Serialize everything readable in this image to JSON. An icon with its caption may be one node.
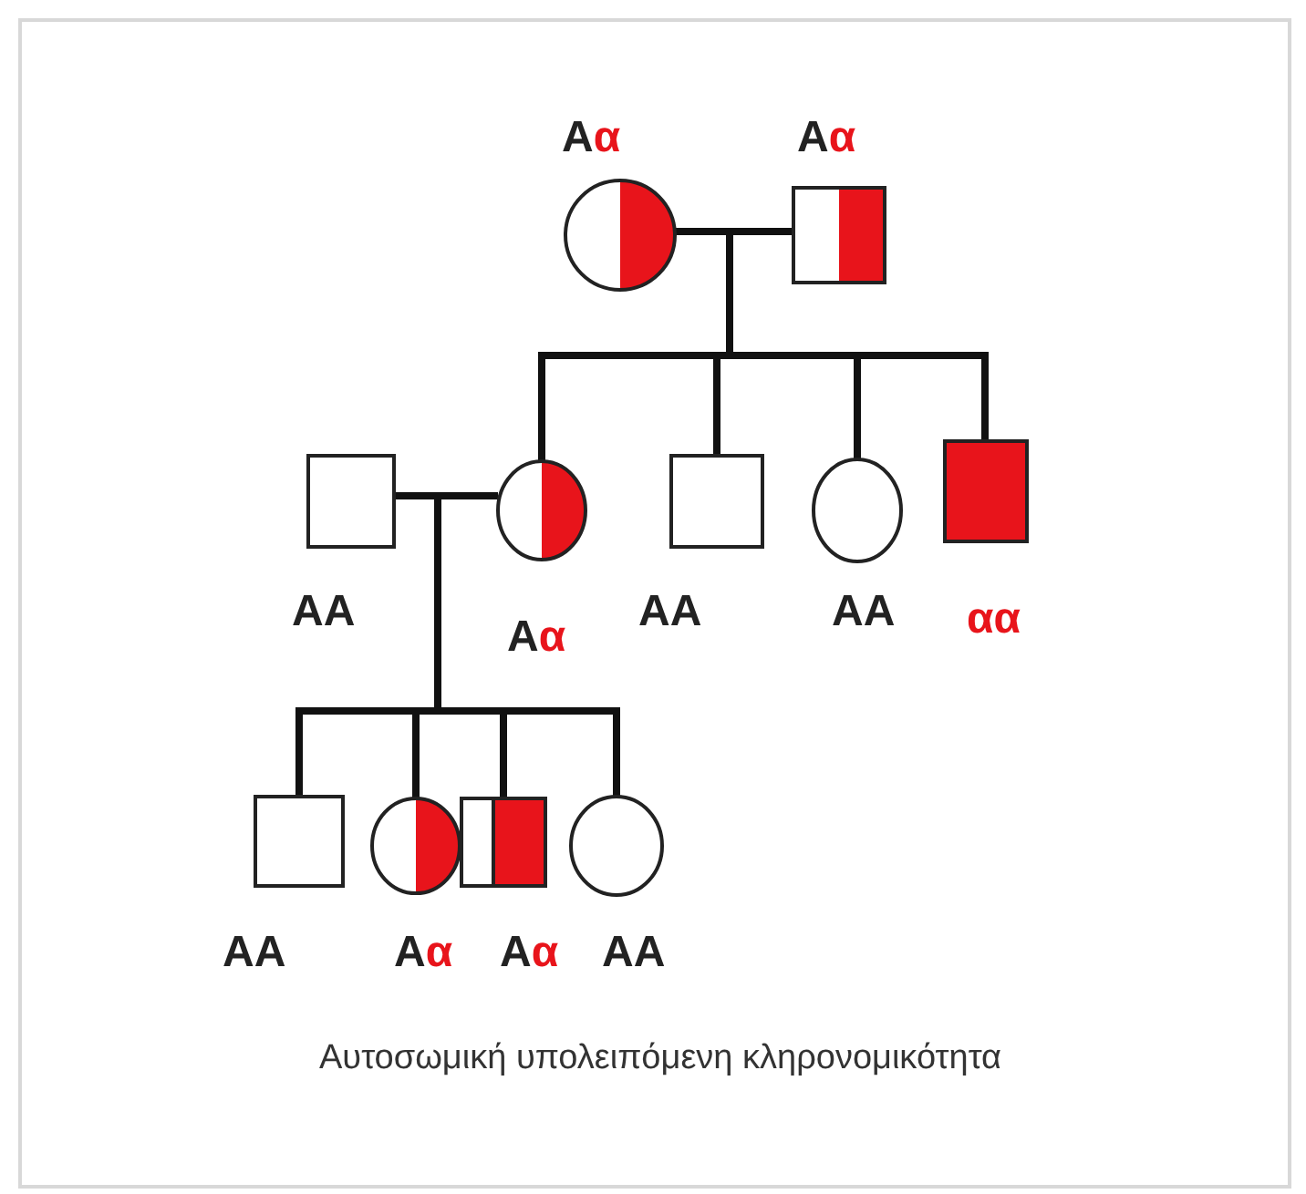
{
  "diagram": {
    "caption": "Αυτοσωμική υπολειπόμενη κληρονομικότητα",
    "nodes": [
      {
        "text": [],
        "shape": "circle",
        "beside": [
          "Aα"
        ]
      },
      {
        "text": [],
        "shape": "box",
        "beside": [
          "Aα"
        ]
      },
      {
        "text": [],
        "shape": "box",
        "beside": [
          "AA"
        ]
      },
      {
        "text": [],
        "shape": "circle",
        "beside": [
          "Aα"
        ]
      },
      {
        "text": [],
        "shape": "box",
        "beside": [
          "AA"
        ]
      },
      {
        "text": [],
        "shape": "circle",
        "beside": [
          "AA"
        ]
      },
      {
        "text": [],
        "shape": "box",
        "beside": [
          "αα"
        ]
      },
      {
        "text": [],
        "shape": "box",
        "beside": [
          "AA"
        ]
      },
      {
        "text": [],
        "shape": "circle",
        "beside": [
          "Aα"
        ]
      },
      {
        "text": [],
        "shape": "box",
        "beside": [
          "Aα"
        ]
      },
      {
        "text": [],
        "shape": "circle",
        "beside": [
          "AA"
        ]
      }
    ],
    "edges": [
      {
        "from": 0,
        "to": 1,
        "arrow": "none"
      },
      {
        "from": 0,
        "to": 3,
        "arrow": "none"
      },
      {
        "from": 0,
        "to": 4,
        "arrow": "none"
      },
      {
        "from": 0,
        "to": 5,
        "arrow": "none"
      },
      {
        "from": 0,
        "to": 6,
        "arrow": "none"
      },
      {
        "from": 1,
        "to": 3,
        "arrow": "none"
      },
      {
        "from": 1,
        "to": 4,
        "arrow": "none"
      },
      {
        "from": 1,
        "to": 5,
        "arrow": "none"
      },
      {
        "from": 1,
        "to": 6,
        "arrow": "none"
      },
      {
        "from": 2,
        "to": 3,
        "arrow": "none"
      },
      {
        "from": 2,
        "to": 7,
        "arrow": "none"
      },
      {
        "from": 2,
        "to": 8,
        "arrow": "none"
      },
      {
        "from": 2,
        "to": 9,
        "arrow": "none"
      },
      {
        "from": 2,
        "to": 10,
        "arrow": "none"
      },
      {
        "from": 3,
        "to": 7,
        "arrow": "none"
      },
      {
        "from": 3,
        "to": 8,
        "arrow": "none"
      },
      {
        "from": 3,
        "to": 9,
        "arrow": "none"
      },
      {
        "from": 3,
        "to": 10,
        "arrow": "none"
      }
    ]
  }
}
